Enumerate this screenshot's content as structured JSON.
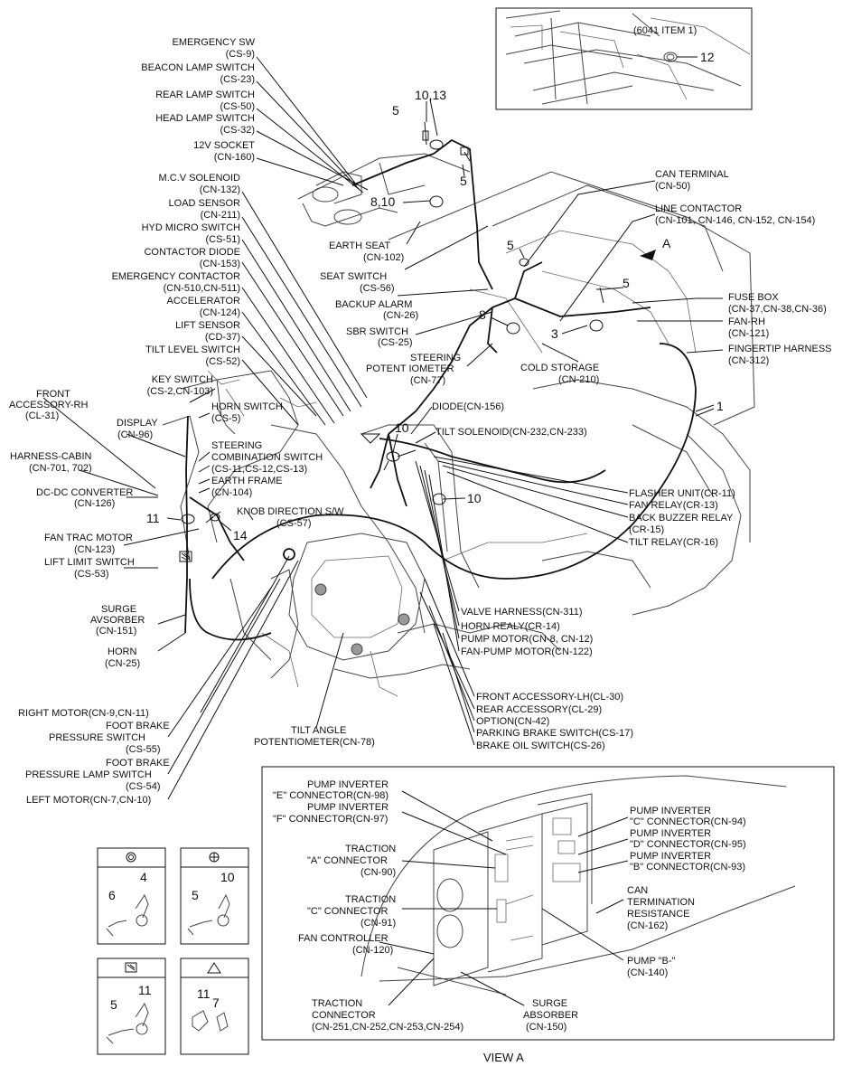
{
  "inset": {
    "title": "(6041 ITEM 1)",
    "item": "12"
  },
  "callouts": {
    "n_10_13": "10,13",
    "n_5a": "5",
    "n_5b": "5",
    "n_8_10": "8,10",
    "n_5c": "5",
    "n_5d": "5",
    "n_8": "8",
    "n_3": "3",
    "n_1": "1",
    "n_10a": "10",
    "n_10b": "10",
    "n_11": "11",
    "n_14": "14",
    "arrow_a": "A"
  },
  "labels_left": [
    {
      "t": "EMERGENCY SW"
    },
    {
      "t": "(CS-9)"
    },
    {
      "t": "BEACON LAMP SWITCH"
    },
    {
      "t": "(CS-23)"
    },
    {
      "t": "REAR LAMP SWITCH"
    },
    {
      "t": "(CS-50)"
    },
    {
      "t": "HEAD LAMP SWITCH"
    },
    {
      "t": "(CS-32)"
    },
    {
      "t": "12V SOCKET"
    },
    {
      "t": "(CN-160)"
    },
    {
      "t": "M.C.V SOLENOID"
    },
    {
      "t": "(CN-132)"
    },
    {
      "t": "LOAD SENSOR"
    },
    {
      "t": "(CN-211)"
    },
    {
      "t": "HYD MICRO SWITCH"
    },
    {
      "t": "(CS-51)"
    },
    {
      "t": "CONTACTOR DIODE"
    },
    {
      "t": "(CN-153)"
    },
    {
      "t": "EMERGENCY CONTACTOR"
    },
    {
      "t": "(CN-510,CN-511)"
    },
    {
      "t": "ACCELERATOR"
    },
    {
      "t": "(CN-124)"
    },
    {
      "t": "LIFT SENSOR"
    },
    {
      "t": "(CD-37)"
    },
    {
      "t": "TILT LEVEL SWITCH"
    },
    {
      "t": "(CS-52)"
    },
    {
      "t": "KEY SWITCH"
    },
    {
      "t": "(CS-2,CN-103)"
    }
  ],
  "labels_far_left": [
    {
      "t": "FRONT"
    },
    {
      "t": "ACCESSORY-RH"
    },
    {
      "t": "(CL-31)"
    },
    {
      "t": "DISPLAY"
    },
    {
      "t": "(CN-96)"
    },
    {
      "t": "HARNESS-CABIN"
    },
    {
      "t": "(CN-701, 702)"
    },
    {
      "t": "DC-DC CONVERTER"
    },
    {
      "t": "(CN-126)"
    },
    {
      "t": "FAN TRAC MOTOR"
    },
    {
      "t": "(CN-123)"
    },
    {
      "t": "LIFT LIMIT SWITCH"
    },
    {
      "t": "(CS-53)"
    },
    {
      "t": "SURGE"
    },
    {
      "t": "AVSORBER"
    },
    {
      "t": "(CN-151)"
    },
    {
      "t": "HORN"
    },
    {
      "t": "(CN-25)"
    }
  ],
  "labels_mid": [
    {
      "t": "HORN SWITCH"
    },
    {
      "t": "(CS-5)"
    },
    {
      "t": "STEERING"
    },
    {
      "t": "COMBINATION SWITCH"
    },
    {
      "t": "(CS-11,CS-12,CS-13)"
    },
    {
      "t": "EARTH FRAME"
    },
    {
      "t": "(CN-104)"
    },
    {
      "t": "KNOB DIRECTION S/W"
    },
    {
      "t": "(CS-57)"
    },
    {
      "t": "EARTH SEAT"
    },
    {
      "t": "(CN-102)"
    },
    {
      "t": "SEAT SWITCH"
    },
    {
      "t": "(CS-56)"
    },
    {
      "t": "BACKUP ALARM"
    },
    {
      "t": "(CN-26)"
    },
    {
      "t": "SBR SWITCH"
    },
    {
      "t": "(CS-25)"
    },
    {
      "t": "STEERING"
    },
    {
      "t": "POTENT IOMETER"
    },
    {
      "t": "(CN-77)"
    },
    {
      "t": "DIODE(CN-156)"
    },
    {
      "t": "TILT SOLENOID(CN-232,CN-233)"
    }
  ],
  "labels_right": [
    {
      "t": "CAN TERMINAL"
    },
    {
      "t": "(CN-50)"
    },
    {
      "t": "LINE CONTACTOR"
    },
    {
      "t": "(CN-101, CN-146, CN-152, CN-154)"
    },
    {
      "t": "FUSE BOX"
    },
    {
      "t": "(CN-37,CN-38,CN-36)"
    },
    {
      "t": "FAN-RH"
    },
    {
      "t": "(CN-121)"
    },
    {
      "t": "FINGERTIP HARNESS"
    },
    {
      "t": "(CN-312)"
    },
    {
      "t": "COLD STORAGE"
    },
    {
      "t": "(CN-210)"
    },
    {
      "t": "FLASHER UNIT(CR-11)"
    },
    {
      "t": "FAN RELAY(CR-13)"
    },
    {
      "t": "BACK BUZZER RELAY"
    },
    {
      "t": "(CR-15)"
    },
    {
      "t": "TILT RELAY(CR-16)"
    },
    {
      "t": "VALVE HARNESS(CN-311)"
    },
    {
      "t": "HORN REALY(CR-14)"
    },
    {
      "t": "PUMP MOTOR(CN-8, CN-12)"
    },
    {
      "t": "FAN-PUMP MOTOR(CN-122)"
    },
    {
      "t": "FRONT ACCESSORY-LH(CL-30)"
    },
    {
      "t": "REAR ACCESSORY(CL-29)"
    },
    {
      "t": "OPTION(CN-42)"
    },
    {
      "t": "PARKING BRAKE SWITCH(CS-17)"
    },
    {
      "t": "BRAKE OIL SWITCH(CS-26)"
    }
  ],
  "labels_bottom_left": [
    {
      "t": "RIGHT MOTOR(CN-9,CN-11)"
    },
    {
      "t": "FOOT BRAKE"
    },
    {
      "t": "PRESSURE SWITCH"
    },
    {
      "t": "(CS-55)"
    },
    {
      "t": "FOOT BRAKE"
    },
    {
      "t": "PRESSURE LAMP SWITCH"
    },
    {
      "t": "(CS-54)"
    },
    {
      "t": "LEFT MOTOR(CN-7,CN-10)"
    },
    {
      "t": "TILT ANGLE"
    },
    {
      "t": "POTENTIOMETER(CN-78)"
    }
  ],
  "view_a": {
    "title": "VIEW A",
    "labels": [
      {
        "t": "PUMP INVERTER"
      },
      {
        "t": "\"E\" CONNECTOR(CN-98)"
      },
      {
        "t": "PUMP INVERTER"
      },
      {
        "t": "\"F\" CONNECTOR(CN-97)"
      },
      {
        "t": "TRACTION"
      },
      {
        "t": "\"A\" CONNECTOR"
      },
      {
        "t": "(CN-90)"
      },
      {
        "t": "TRACTION"
      },
      {
        "t": "\"C\" CONNECTOR"
      },
      {
        "t": "(CN-91)"
      },
      {
        "t": "FAN CONTROLLER"
      },
      {
        "t": "(CN-120)"
      },
      {
        "t": "TRACTION"
      },
      {
        "t": "CONNECTOR"
      },
      {
        "t": "(CN-251,CN-252,CN-253,CN-254)"
      },
      {
        "t": "SURGE"
      },
      {
        "t": "ABSORBER"
      },
      {
        "t": "(CN-150)"
      },
      {
        "t": "PUMP \"B-\""
      },
      {
        "t": "(CN-140)"
      },
      {
        "t": "CAN"
      },
      {
        "t": "TERMINATION"
      },
      {
        "t": "RESISTANCE"
      },
      {
        "t": "(CN-162)"
      },
      {
        "t": "PUMP INVERTER"
      },
      {
        "t": "\"C\" CONNECTOR(CN-94)"
      },
      {
        "t": "PUMP INVERTER"
      },
      {
        "t": "\"D\" CONNECTOR(CN-95)"
      },
      {
        "t": "PUMP INVERTER"
      },
      {
        "t": "\"B\" CONNECTOR(CN-93)"
      }
    ]
  },
  "legend": [
    {
      "symbol": "circle-open-icon",
      "a": "6",
      "b": "4"
    },
    {
      "symbol": "circle-grid-icon",
      "a": "5",
      "b": "10"
    },
    {
      "symbol": "square-dotted-icon",
      "a": "5",
      "b": "11"
    },
    {
      "symbol": "triangle-dotted-icon",
      "a": "11",
      "b": "7"
    }
  ]
}
